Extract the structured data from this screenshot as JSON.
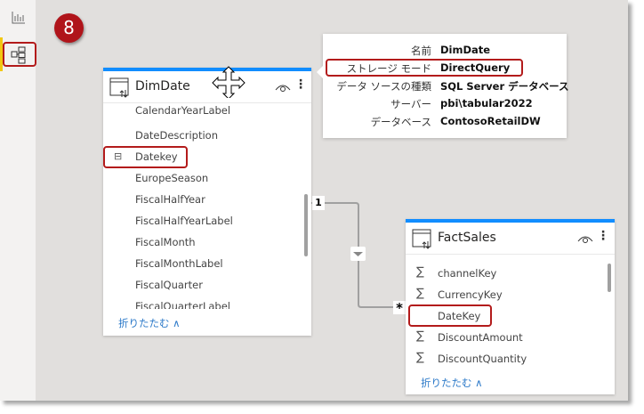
{
  "step_badge": "8",
  "sidebar": {
    "items": [
      {
        "icon": "report-view-icon"
      },
      {
        "icon": "model-view-icon",
        "active": true
      }
    ]
  },
  "tooltip": {
    "rows": [
      {
        "label": "名前",
        "value": "DimDate"
      },
      {
        "label": "ストレージ モード",
        "value": "DirectQuery"
      },
      {
        "label": "データ ソースの種類",
        "value": "SQL Server データベース"
      },
      {
        "label": "サーバー",
        "value": "pbi\\tabular2022"
      },
      {
        "label": "データベース",
        "value": "ContosoRetailDW"
      }
    ]
  },
  "dimdate": {
    "title": "DimDate",
    "fields": [
      "CalendarYearLabel",
      "DateDescription",
      "Datekey",
      "EuropeSeason",
      "FiscalHalfYear",
      "FiscalHalfYearLabel",
      "FiscalMonth",
      "FiscalMonthLabel",
      "FiscalQuarter",
      "FiscalQuarterLabel"
    ],
    "collapse": "折りたたむ ∧"
  },
  "factsales": {
    "title": "FactSales",
    "fields": [
      "channelKey",
      "CurrencyKey",
      "DateKey",
      "DiscountAmount",
      "DiscountQuantity"
    ],
    "collapse": "折りたたむ ∧"
  },
  "relationship": {
    "one": "1",
    "many": "*"
  },
  "colors": {
    "accent": "#118dff",
    "highlight": "#b31b1b",
    "badge": "#b0141a"
  }
}
